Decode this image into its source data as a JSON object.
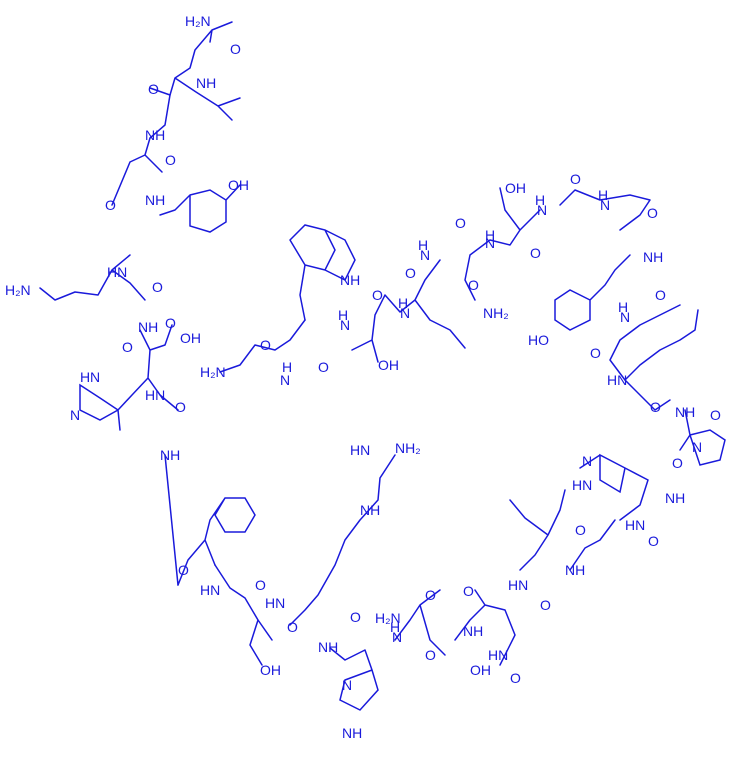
{
  "colors": {
    "ink": "#1a1adb",
    "background": "#ffffff"
  },
  "labels": {
    "h2n": "H₂N",
    "nh2": "NH₂",
    "nh": "NH",
    "hn": "HN",
    "h": "H",
    "n": "N",
    "o": "O",
    "oh": "OH",
    "ho": "HO"
  }
}
